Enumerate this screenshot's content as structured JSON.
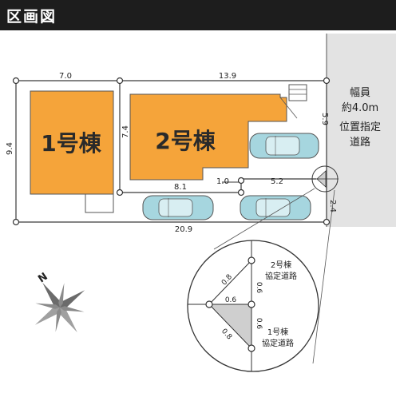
{
  "header": {
    "title": "区画図"
  },
  "lots": {
    "lot1_label": "1号棟",
    "lot2_label": "2号棟"
  },
  "dimensions": {
    "top_left": "7.0",
    "top_right": "13.9",
    "left_side": "9.4",
    "lot2_inner_side": "7.4",
    "right_upper": "5.9",
    "inner_8_1": "8.1",
    "inner_1_0": "1.0",
    "inner_5_2": "5.2",
    "right_lower": "2.4",
    "bottom": "20.9"
  },
  "road": {
    "line1": "幅員",
    "line2": "約4.0m",
    "line3": "位置指定",
    "line4": "道路"
  },
  "detail": {
    "d_0_8_top": "0.8",
    "d_0_6_top": "0.6",
    "d_0_6_mid": "0.6",
    "d_0_6_bottom": "0.6",
    "d_0_8_bottom": "0.8",
    "agreement2_line1": "2号棟",
    "agreement2_line2": "協定道路",
    "agreement1_line1": "1号棟",
    "agreement1_line2": "協定道路"
  },
  "compass": {
    "north_label": "N"
  },
  "colors": {
    "lot_fill": "#f5a43a",
    "header_bg": "#1d1d1d",
    "road_fill": "#e3e3e3",
    "triangle_fill": "#cfcfcf"
  }
}
